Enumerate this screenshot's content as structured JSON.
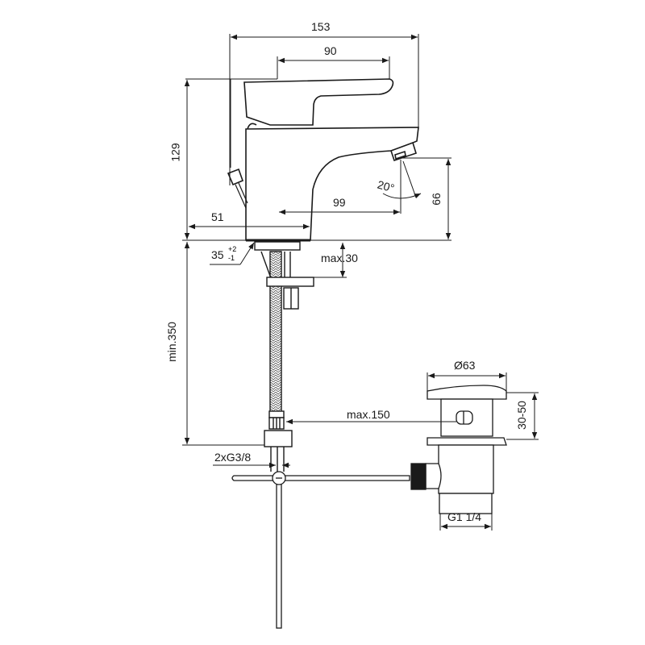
{
  "drawing": {
    "type": "technical-dimension-drawing",
    "subject": "single-lever basin mixer with pop-up waste",
    "line_color": "#1a1a1a",
    "background": "#ffffff"
  },
  "dimensions": {
    "overall_width": "153",
    "lever_length": "90",
    "overall_height": "129",
    "spout_height": "66",
    "spout_angle": "20°",
    "spout_reach": "99",
    "body_base_width": "51",
    "hole_diameter_main": "35",
    "hole_tolerance_plus": "+2",
    "hole_tolerance_minus": "-1",
    "max_deck_thickness": "max.30",
    "min_hose_length": "min.350",
    "rod_max_distance": "max.150",
    "waste_diameter": "Ø63",
    "waste_range": "30-50",
    "inlet_thread": "2xG3/8",
    "waste_thread": "G1 1/4"
  }
}
